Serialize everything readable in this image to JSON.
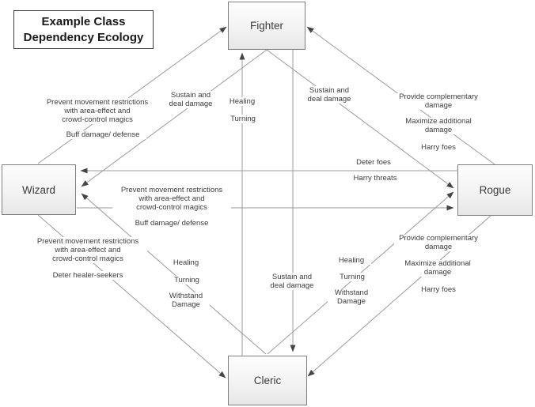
{
  "title": {
    "text": "Example Class\nDependency Ecology"
  },
  "nodes": {
    "fighter": {
      "label": "Fighter"
    },
    "wizard": {
      "label": "Wizard"
    },
    "rogue": {
      "label": "Rogue"
    },
    "cleric": {
      "label": "Cleric"
    }
  },
  "colors": {
    "line": "#9b9b9b",
    "arrowhead": "#454545",
    "node_border": "#7f7f7f",
    "node_fill_top": "#fdfdfd",
    "node_fill_bottom": "#e7e7e7",
    "text": "#3d3d3d",
    "background": "#ffffff"
  },
  "edges": {
    "wizard_to_fighter": {
      "from": "Wizard",
      "to": "Fighter",
      "labels": [
        "Prevent movement restrictions\nwith area-effect and\ncrowd-control magics",
        "Buff damage/ defense"
      ]
    },
    "fighter_to_wizard": {
      "from": "Fighter",
      "to": "Wizard",
      "labels": [
        "Sustain and\ndeal damage"
      ]
    },
    "cleric_to_fighter": {
      "from": "Cleric",
      "to": "Fighter",
      "labels": [
        "Healing",
        "Turning"
      ]
    },
    "fighter_to_cleric": {
      "from": "Fighter",
      "to": "Cleric",
      "labels": [
        "Sustain and\ndeal damage"
      ]
    },
    "rogue_to_fighter": {
      "from": "Rogue",
      "to": "Fighter",
      "labels": [
        "Provide complementary\ndamage",
        "Maximize additional\ndamage",
        "Harry foes"
      ]
    },
    "fighter_to_rogue": {
      "from": "Fighter",
      "to": "Rogue",
      "labels": [
        "Sustain and\ndeal damage"
      ]
    },
    "rogue_to_wizard": {
      "from": "Rogue",
      "to": "Wizard",
      "labels": [
        "Deter foes",
        "Harry threats"
      ]
    },
    "wizard_to_rogue": {
      "from": "Wizard",
      "to": "Rogue",
      "labels": [
        "Prevent movement restrictions\nwith area-effect and\ncrowd-control magics",
        "Buff damage/ defense"
      ]
    },
    "wizard_to_cleric": {
      "from": "Wizard",
      "to": "Cleric",
      "labels": [
        "Prevent movement restrictions\nwith area-effect and\ncrowd-control magics",
        "Deter healer-seekers"
      ]
    },
    "cleric_to_wizard": {
      "from": "Cleric",
      "to": "Wizard",
      "labels": [
        "Healing",
        "Turning",
        "Withstand\nDamage"
      ]
    },
    "rogue_to_cleric": {
      "from": "Rogue",
      "to": "Cleric",
      "labels": [
        "Provide complementary\ndamage",
        "Maximize additional\ndamage",
        "Harry foes"
      ]
    },
    "cleric_to_rogue": {
      "from": "Cleric",
      "to": "Rogue",
      "labels": [
        "Healing",
        "Turning",
        "Withstand\nDamage"
      ]
    }
  }
}
